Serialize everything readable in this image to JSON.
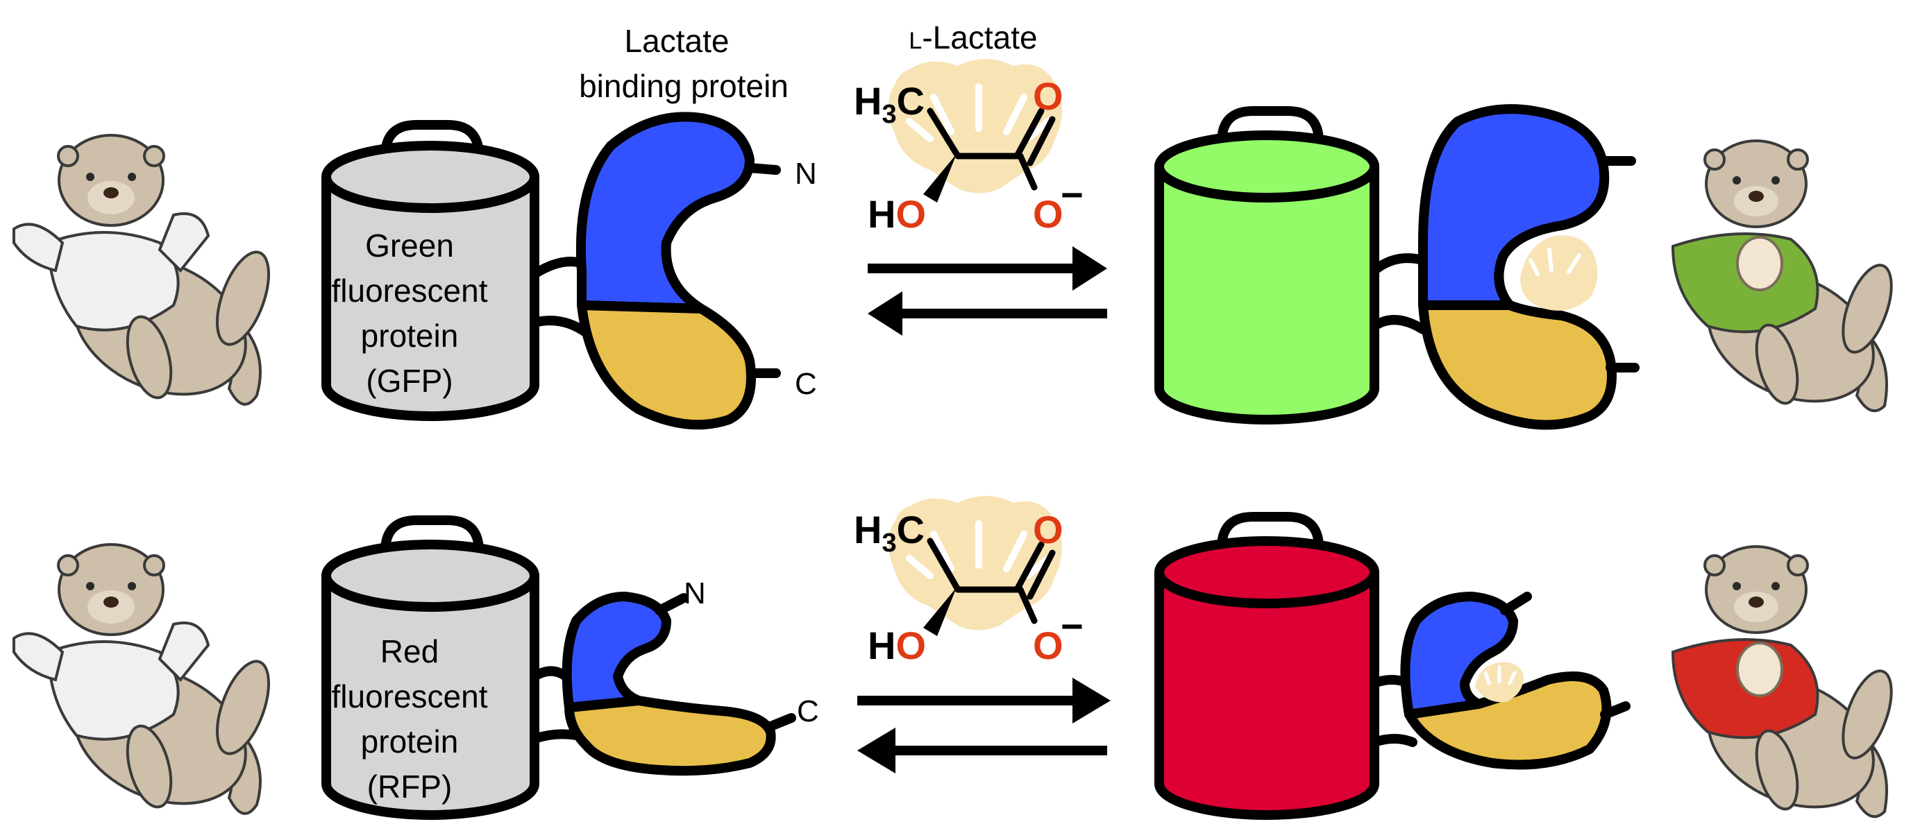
{
  "header": {
    "binding_protein_label_line1": "Lactate",
    "binding_protein_label_line2": "binding protein",
    "ligand_label_prefix": "L",
    "ligand_label_rest": "-Lactate"
  },
  "terminals": {
    "n": "N",
    "c": "C"
  },
  "rows": [
    {
      "fp_label_lines": [
        "Green",
        "fluorescent",
        "protein",
        "(GFP)"
      ],
      "bright_fill": "#92fb67",
      "sweater_color": "#7ab239"
    },
    {
      "fp_label_lines": [
        "Red",
        "fluorescent",
        "protein",
        "(RFP)"
      ],
      "bright_fill": "#dd0035",
      "sweater_color": "#d42a22"
    }
  ],
  "lactate": {
    "ch3_text": "H",
    "ch3_sub": "3",
    "ch3_c": "C",
    "carbonyl_o": "O",
    "ho_h": "H",
    "ho_o": "O",
    "carboxylate_o": "O",
    "charge": "−"
  },
  "colors": {
    "dark_fp": "#d5d5d5",
    "n_domain": "#3352ff",
    "c_domain": "#e8bf4a",
    "otter_fur": "#cdbfa9",
    "shell": "#f8e3b5",
    "oxygen_red": "#e03a14",
    "idle_sweater": "#f0f0f0"
  }
}
